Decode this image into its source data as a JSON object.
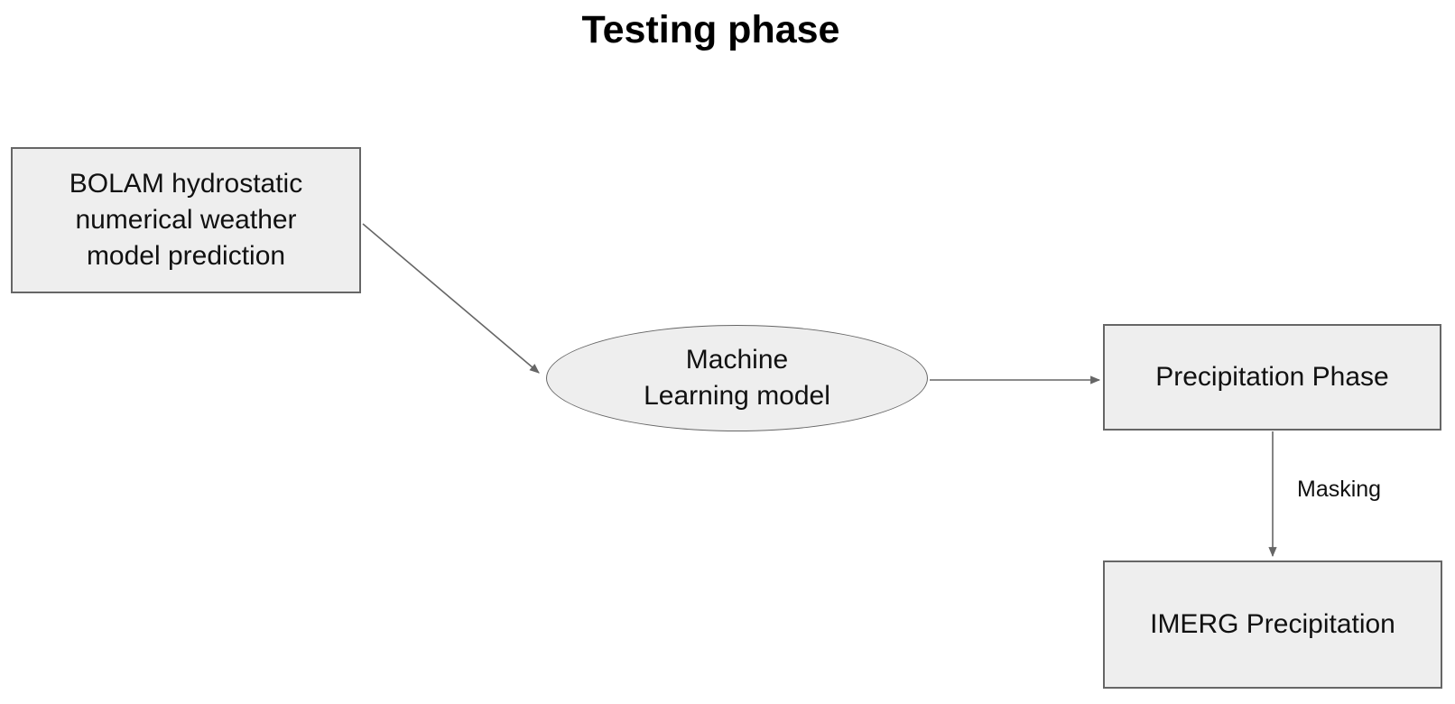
{
  "diagram": {
    "title": "Testing phase",
    "nodes": {
      "bolam": {
        "label": "BOLAM hydrostatic\nnumerical weather\nmodel prediction",
        "shape": "rectangle"
      },
      "ml_model": {
        "label": "Machine\nLearning model",
        "shape": "ellipse"
      },
      "precipitation_phase": {
        "label": "Precipitation Phase",
        "shape": "rectangle"
      },
      "imerg": {
        "label": "IMERG Precipitation",
        "shape": "rectangle"
      }
    },
    "edges": [
      {
        "from": "bolam",
        "to": "ml_model",
        "label": ""
      },
      {
        "from": "ml_model",
        "to": "precipitation_phase",
        "label": ""
      },
      {
        "from": "precipitation_phase",
        "to": "imerg",
        "label": "Masking"
      }
    ],
    "colors": {
      "background": "#ffffff",
      "node_fill": "#eeeeee",
      "node_border": "#666666",
      "arrow": "#666666",
      "text": "#111111"
    }
  }
}
